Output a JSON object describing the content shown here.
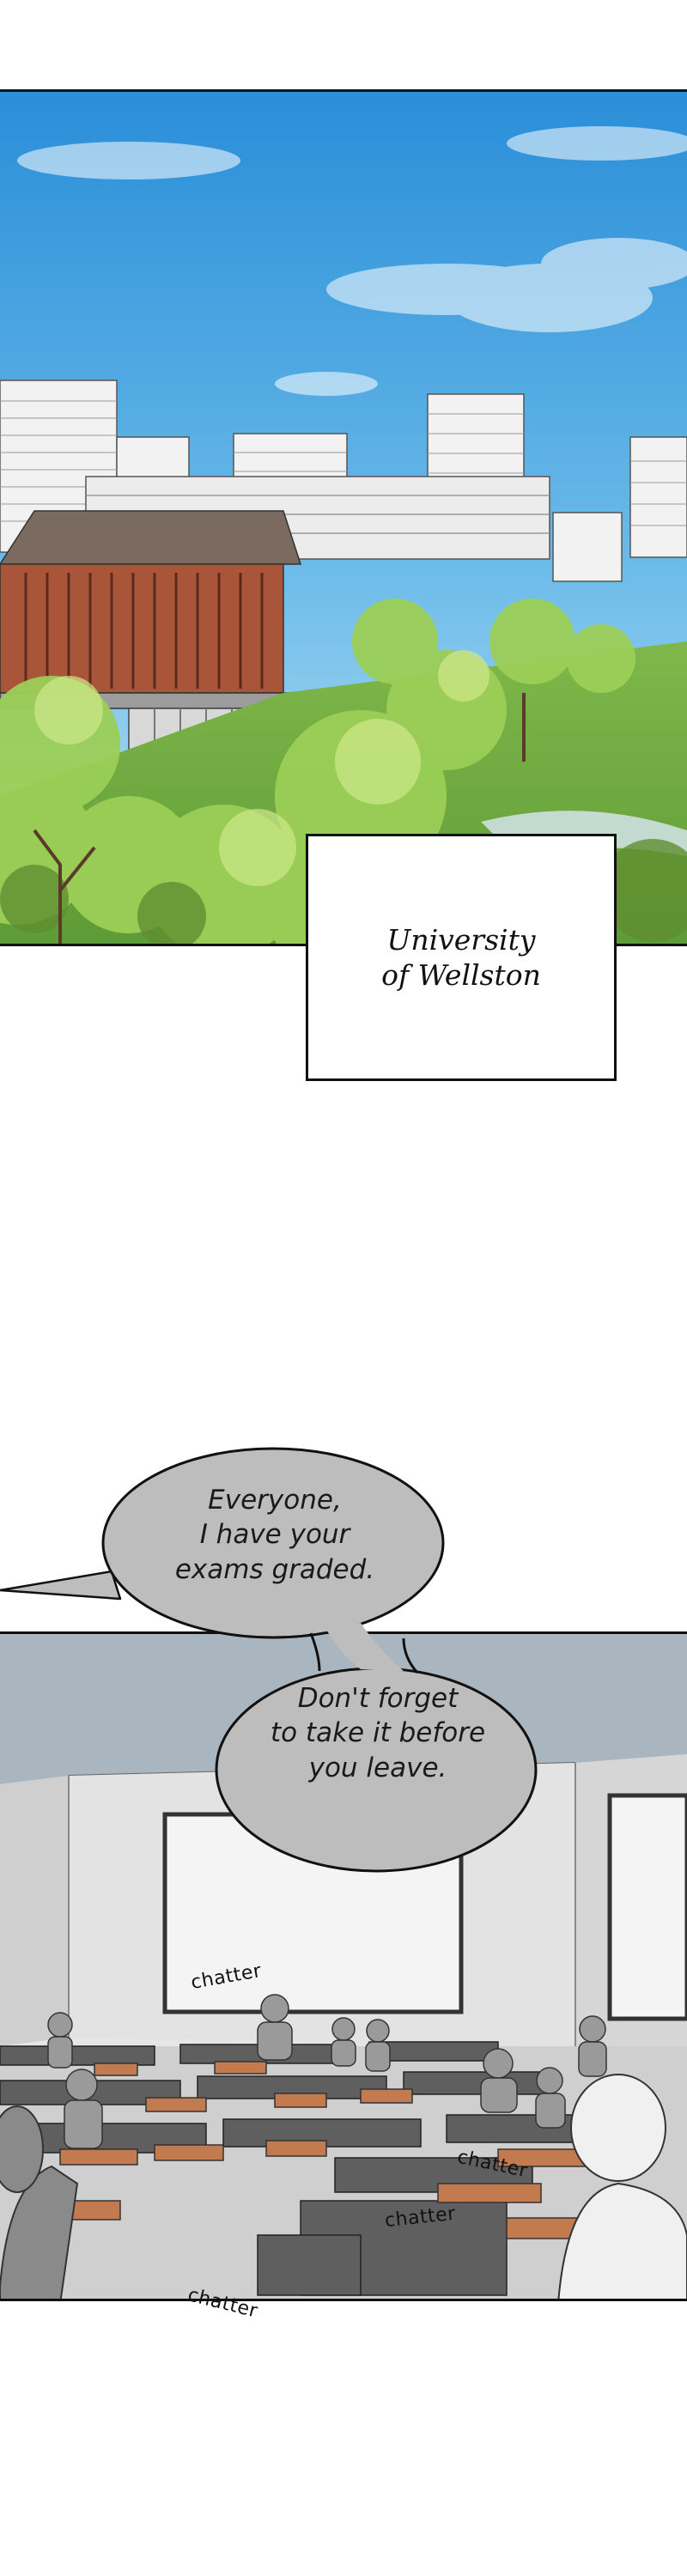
{
  "caption": {
    "line1": "University",
    "line2": "of Wellston"
  },
  "bubbles": [
    {
      "lines": [
        "Everyone,",
        "I have your",
        "exams graded."
      ]
    },
    {
      "lines": [
        "Don't forget",
        "to take it before",
        "you leave."
      ]
    }
  ],
  "sfx": [
    "chatter",
    "chatter",
    "chatter",
    "chatter"
  ],
  "colors": {
    "sky": "#5fb3e6",
    "foliage": "#8cc24a",
    "bubble": "#bdbdbd",
    "border": "#111111"
  }
}
